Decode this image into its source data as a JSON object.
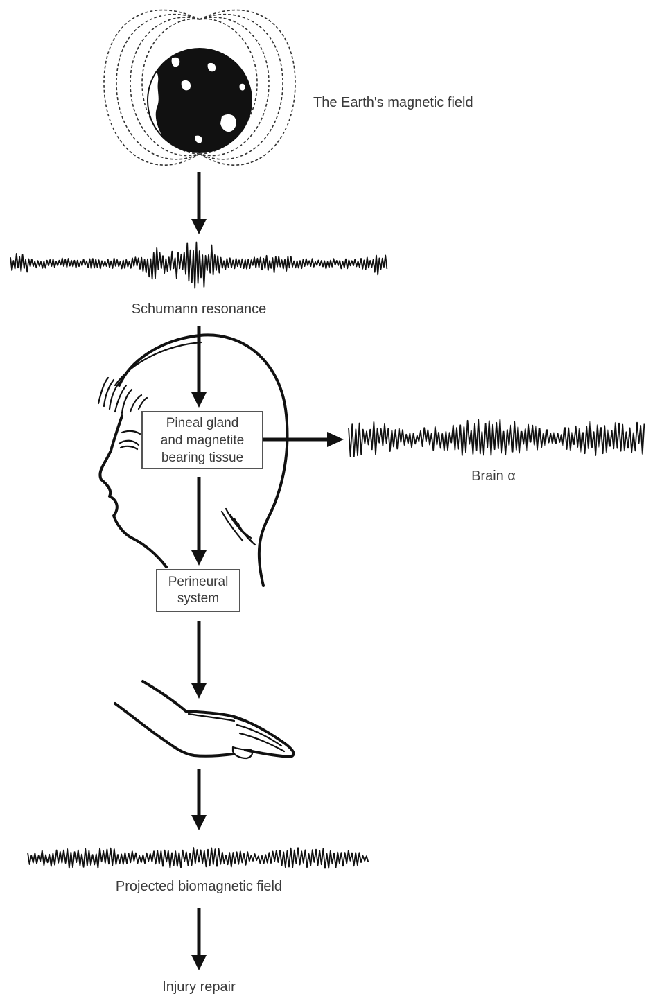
{
  "labels": {
    "earth_field": "The Earth's magnetic field",
    "schumann": "Schumann resonance",
    "pineal_line1": "Pineal gland",
    "pineal_line2": "and magnetite",
    "pineal_line3": "bearing tissue",
    "brain_alpha": "Brain α",
    "perineural_line1": "Perineural",
    "perineural_line2": "system",
    "projected_field": "Projected biomagnetic field",
    "injury_repair": "Injury repair"
  },
  "icons": [
    "earth-globe-icon",
    "head-profile-icon",
    "hand-icon"
  ]
}
